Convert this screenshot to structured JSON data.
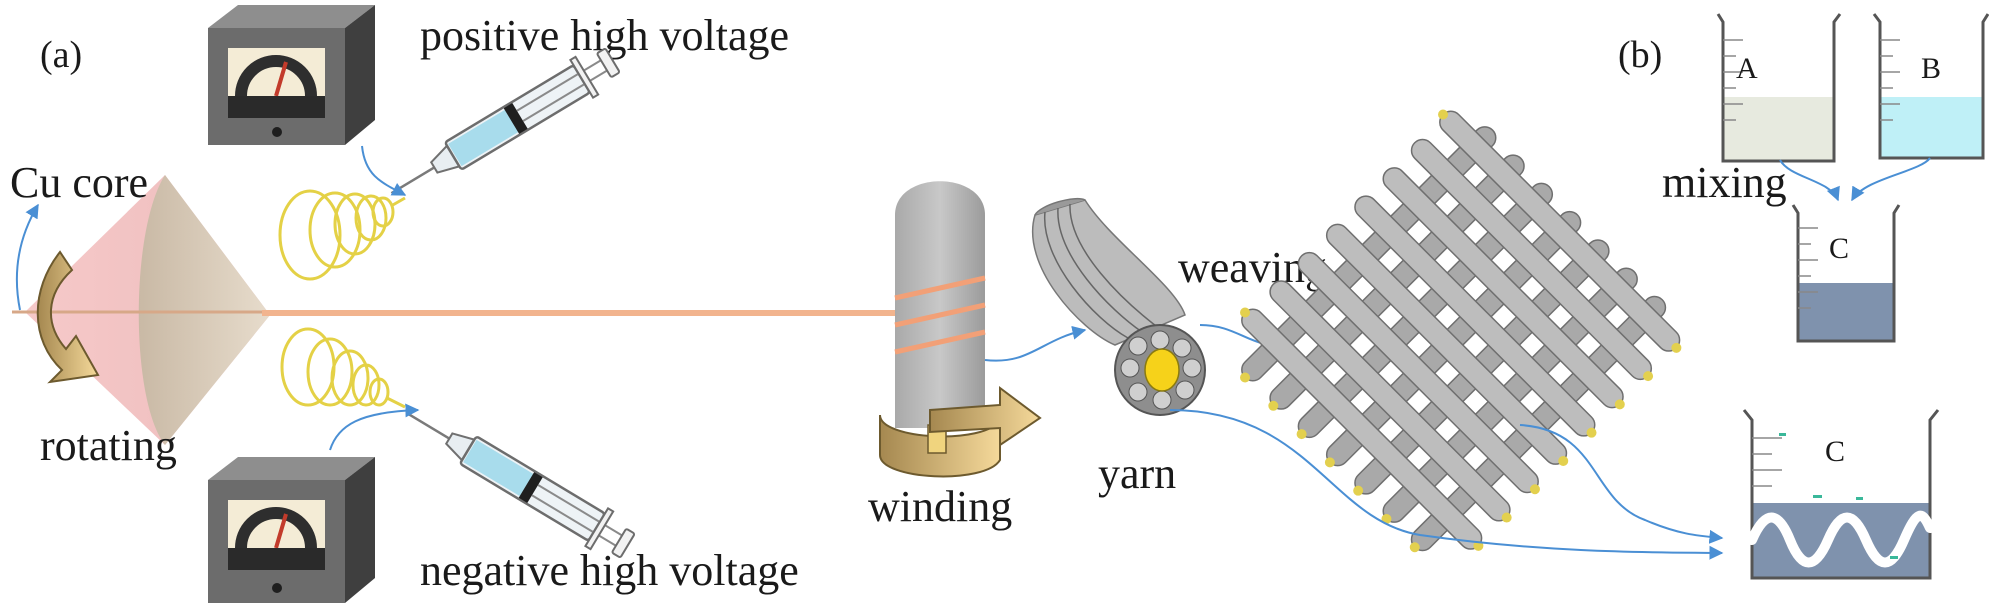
{
  "panels": {
    "a": "(a)",
    "b": "(b)"
  },
  "labels": {
    "positive_voltage": "positive high voltage",
    "negative_voltage": "negative high voltage",
    "cu_core": "Cu core",
    "rotating": "rotating",
    "winding": "winding",
    "yarn": "yarn",
    "weaving": "weaving",
    "mixing": "mixing"
  },
  "beakers": {
    "a": "A",
    "b": "B",
    "c_small": "C",
    "c_big": "C"
  },
  "colors": {
    "arrow": "#4a8fd4",
    "fiber_jet": "#f2b48e",
    "cone": "#f3c6c6",
    "liquid_a": "#e7eadf",
    "liquid_b": "#bff0f7",
    "liquid_c": "#7f92ad",
    "yarn_core": "#f6d21a",
    "fabric": "#a7a7a7"
  }
}
